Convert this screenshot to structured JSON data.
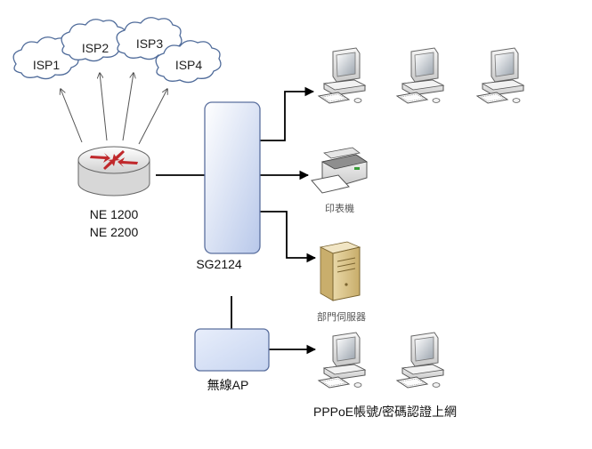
{
  "isps": [
    {
      "label": "ISP1"
    },
    {
      "label": "ISP2"
    },
    {
      "label": "ISP3"
    },
    {
      "label": "ISP4"
    }
  ],
  "router": {
    "label_line1": "NE 1200",
    "label_line2": "NE 2200"
  },
  "switch": {
    "label": "SG2124"
  },
  "printer": {
    "label": "印表機"
  },
  "server": {
    "label": "部門伺服器"
  },
  "wireless_ap": {
    "label": "無線AP"
  },
  "pppoe": {
    "label": "PPPoE帳號/密碼認證上網"
  },
  "colors": {
    "switch_top": "#ffffff",
    "switch_bottom": "#b8c8ea",
    "switch_border": "#5a6f9e",
    "cloud_stroke": "#4f6b9a",
    "router_red": "#c0282b",
    "line": "#000000"
  }
}
